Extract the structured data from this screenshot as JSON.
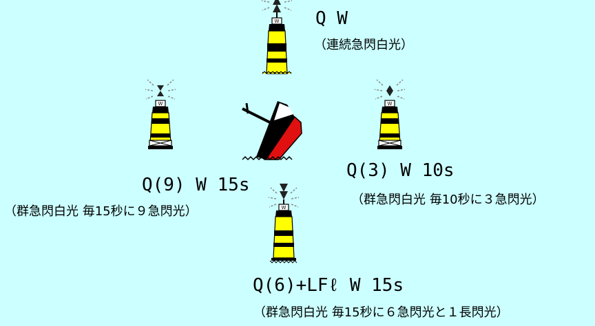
{
  "colors": {
    "background": "#ccffff",
    "buoy_yellow": "#ffff00",
    "buoy_black": "#000000",
    "wreck_red": "#e01010"
  },
  "marks": {
    "north": {
      "code": "Q W",
      "description": "（連続急閃白光）",
      "topmark": "two cones points up"
    },
    "west": {
      "code": "Q(9) W 15s",
      "description": "（群急閃白光 毎15秒に９急閃光）",
      "topmark": "two cones points together"
    },
    "east": {
      "code": "Q(3) W 10s",
      "description": "（群急閃白光 毎10秒に３急閃光）",
      "topmark": "two cones base to base"
    },
    "south": {
      "code": "Q(6)+LFℓ W 15s",
      "description": "（群急閃白光 毎15秒に６急閃光と１長閃光）",
      "topmark": "two cones points down"
    }
  },
  "center": {
    "icon": "sunken-wreck-icon"
  }
}
